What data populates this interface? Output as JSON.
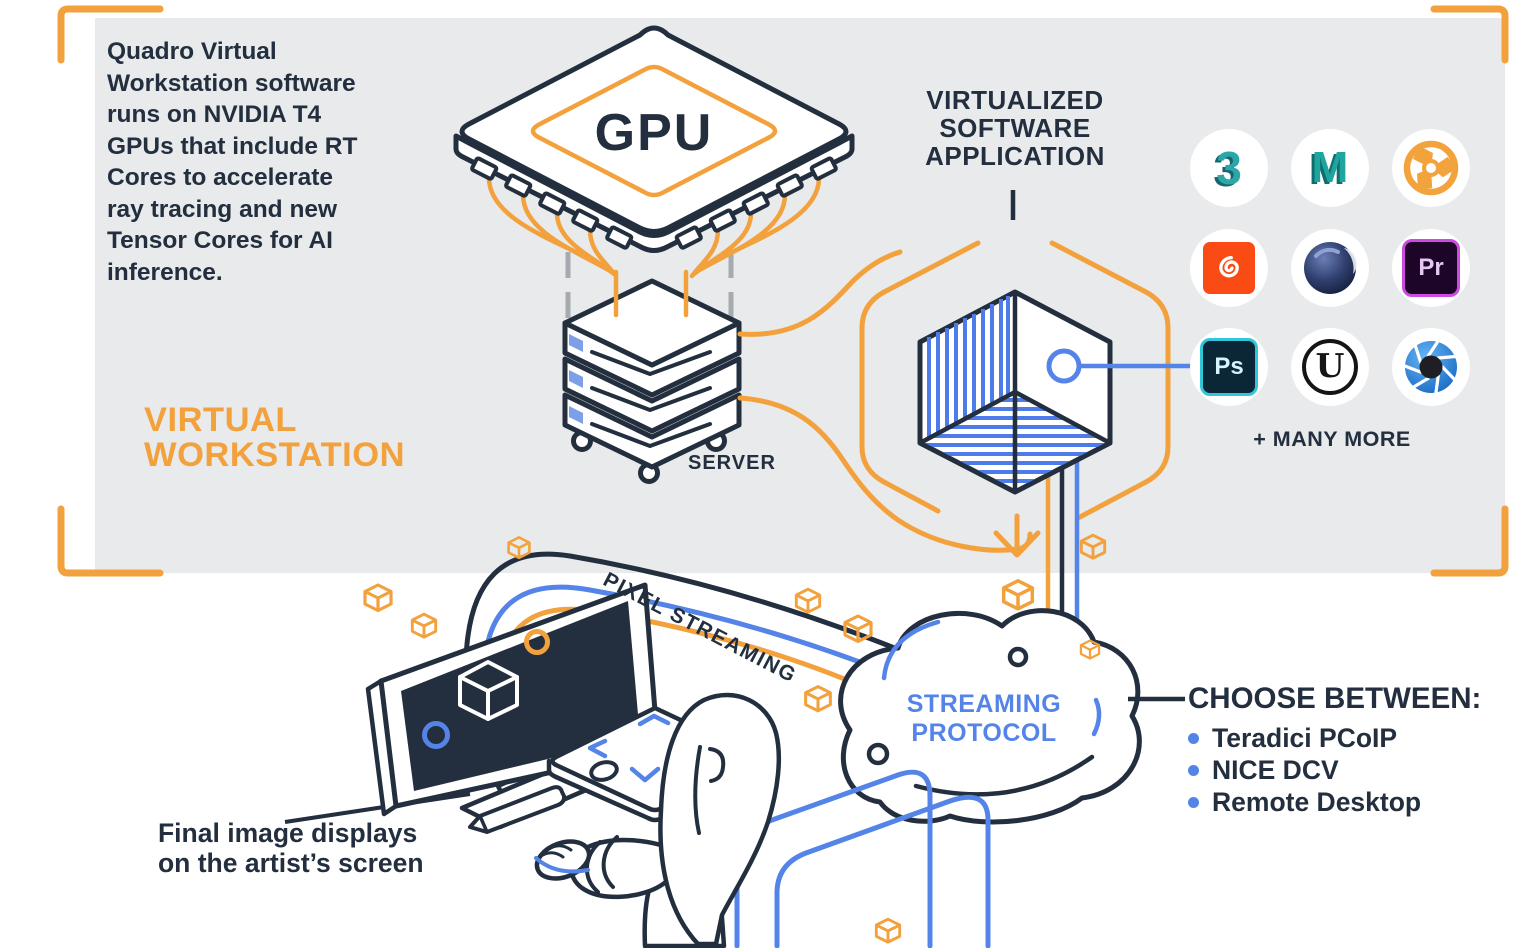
{
  "panel": {
    "intro": "Quadro Virtual\nWorkstation software\nruns on NVIDIA T4\nGPUs that include RT\nCores to accelerate\nray tracing and new\nTensor Cores for AI\ninference.",
    "title": "VIRTUAL\nWORKSTATION"
  },
  "labels": {
    "gpu": "GPU",
    "server": "SERVER",
    "virtualized_app": "VIRTUALIZED\nSOFTWARE\nAPPLICATION",
    "pixel_streaming": "PIXEL STREAMING",
    "streaming_protocol": "STREAMING\nPROTOCOL",
    "artist_caption": "Final image displays\non the artist’s screen"
  },
  "apps": {
    "more": "+ MANY MORE",
    "icons": [
      {
        "id": "3ds-max",
        "glyph": "3"
      },
      {
        "id": "maya",
        "glyph": "M"
      },
      {
        "id": "nuke",
        "glyph": ""
      },
      {
        "id": "houdini",
        "glyph": ""
      },
      {
        "id": "cinema-4d",
        "glyph": ""
      },
      {
        "id": "premiere-pro",
        "glyph": "Pr"
      },
      {
        "id": "photoshop",
        "glyph": "Ps"
      },
      {
        "id": "unreal-engine",
        "glyph": "U"
      },
      {
        "id": "keyshot",
        "glyph": ""
      }
    ]
  },
  "choose": {
    "heading": "CHOOSE BETWEEN:",
    "options": [
      "Teradici PCoIP",
      "NICE DCV",
      "Remote Desktop"
    ]
  },
  "colors": {
    "navy": "#232F3E",
    "orange": "#F2A13C",
    "blue": "#5584E8",
    "panel_gray": "#E8EAEB",
    "houdini_red": "#FA4B14"
  }
}
